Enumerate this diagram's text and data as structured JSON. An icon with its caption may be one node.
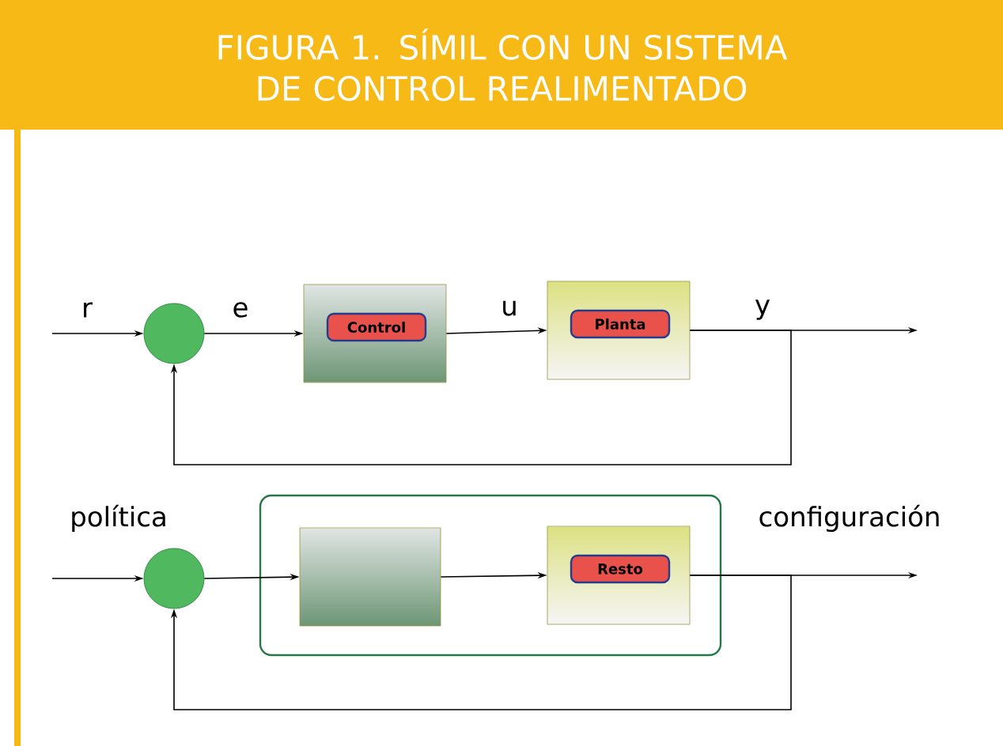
{
  "diagram": {
    "title": "FIGURA 1. SÍMIL CON UN SISTEMA DE CONTROL REALIMENTADO",
    "nodes": [
      {
        "text": [],
        "shape": "circle"
      },
      {
        "text": [
          "Control"
        ]
      },
      {
        "text": [
          "Planta"
        ]
      },
      {
        "text": [],
        "shape": "circle"
      },
      {
        "text": [],
        "shape": "box"
      },
      {
        "text": [],
        "shape": "box",
        "in": 4
      },
      {
        "text": [
          "Resto"
        ],
        "in": 4
      }
    ],
    "edges": [
      {
        "from": null,
        "to": 0,
        "arrow": "to",
        "label": "r"
      },
      {
        "from": 0,
        "to": 1,
        "arrow": "to",
        "label": "e"
      },
      {
        "from": 1,
        "to": 2,
        "arrow": "to",
        "label": "u"
      },
      {
        "from": 2,
        "to": null,
        "arrow": "to",
        "label": "y"
      },
      {
        "from": 2,
        "to": 0,
        "arrow": "to"
      },
      {
        "from": null,
        "to": 3,
        "arrow": "to",
        "label": "política"
      },
      {
        "from": 3,
        "to": 5,
        "arrow": "to"
      },
      {
        "from": 5,
        "to": 6,
        "arrow": "to"
      },
      {
        "from": 6,
        "to": null,
        "arrow": "to",
        "label": "configuración"
      },
      {
        "from": 6,
        "to": 3,
        "arrow": "to"
      }
    ]
  }
}
